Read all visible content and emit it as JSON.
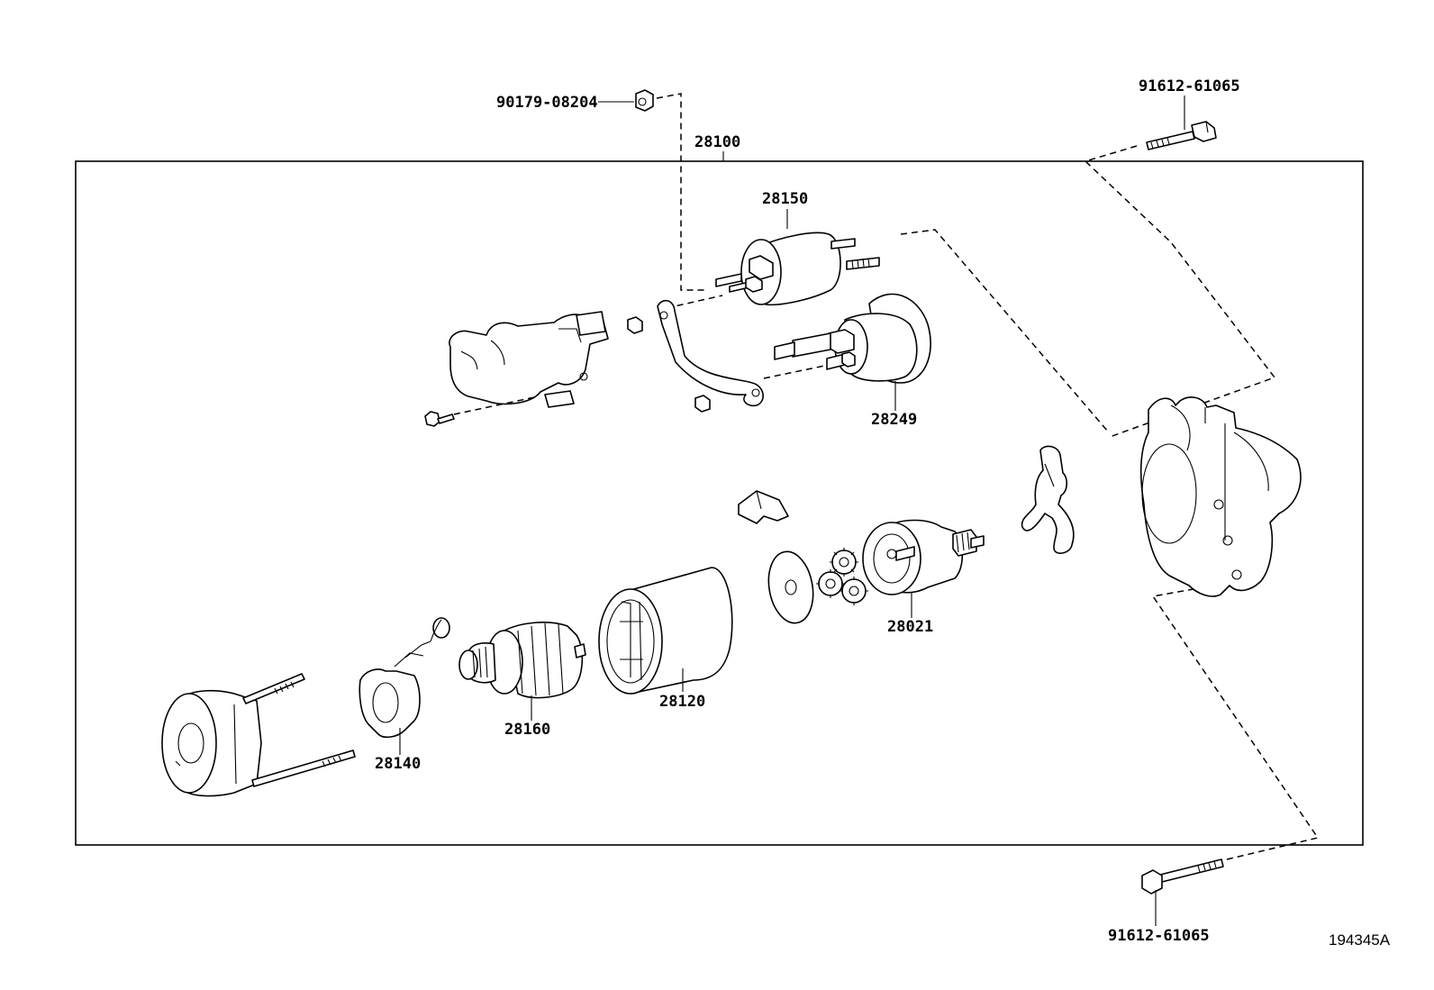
{
  "assembly": {
    "label": "28100"
  },
  "labels": {
    "nut_outer": "90179-08204",
    "bolt_top": "91612-61065",
    "bolt_bottom": "91612-61065",
    "solenoid": "28150",
    "solenoid_switch": "28249",
    "clutch": "28021",
    "yoke": "28120",
    "armature": "28160",
    "brush_holder": "28140"
  },
  "figure_ref": "194345A"
}
